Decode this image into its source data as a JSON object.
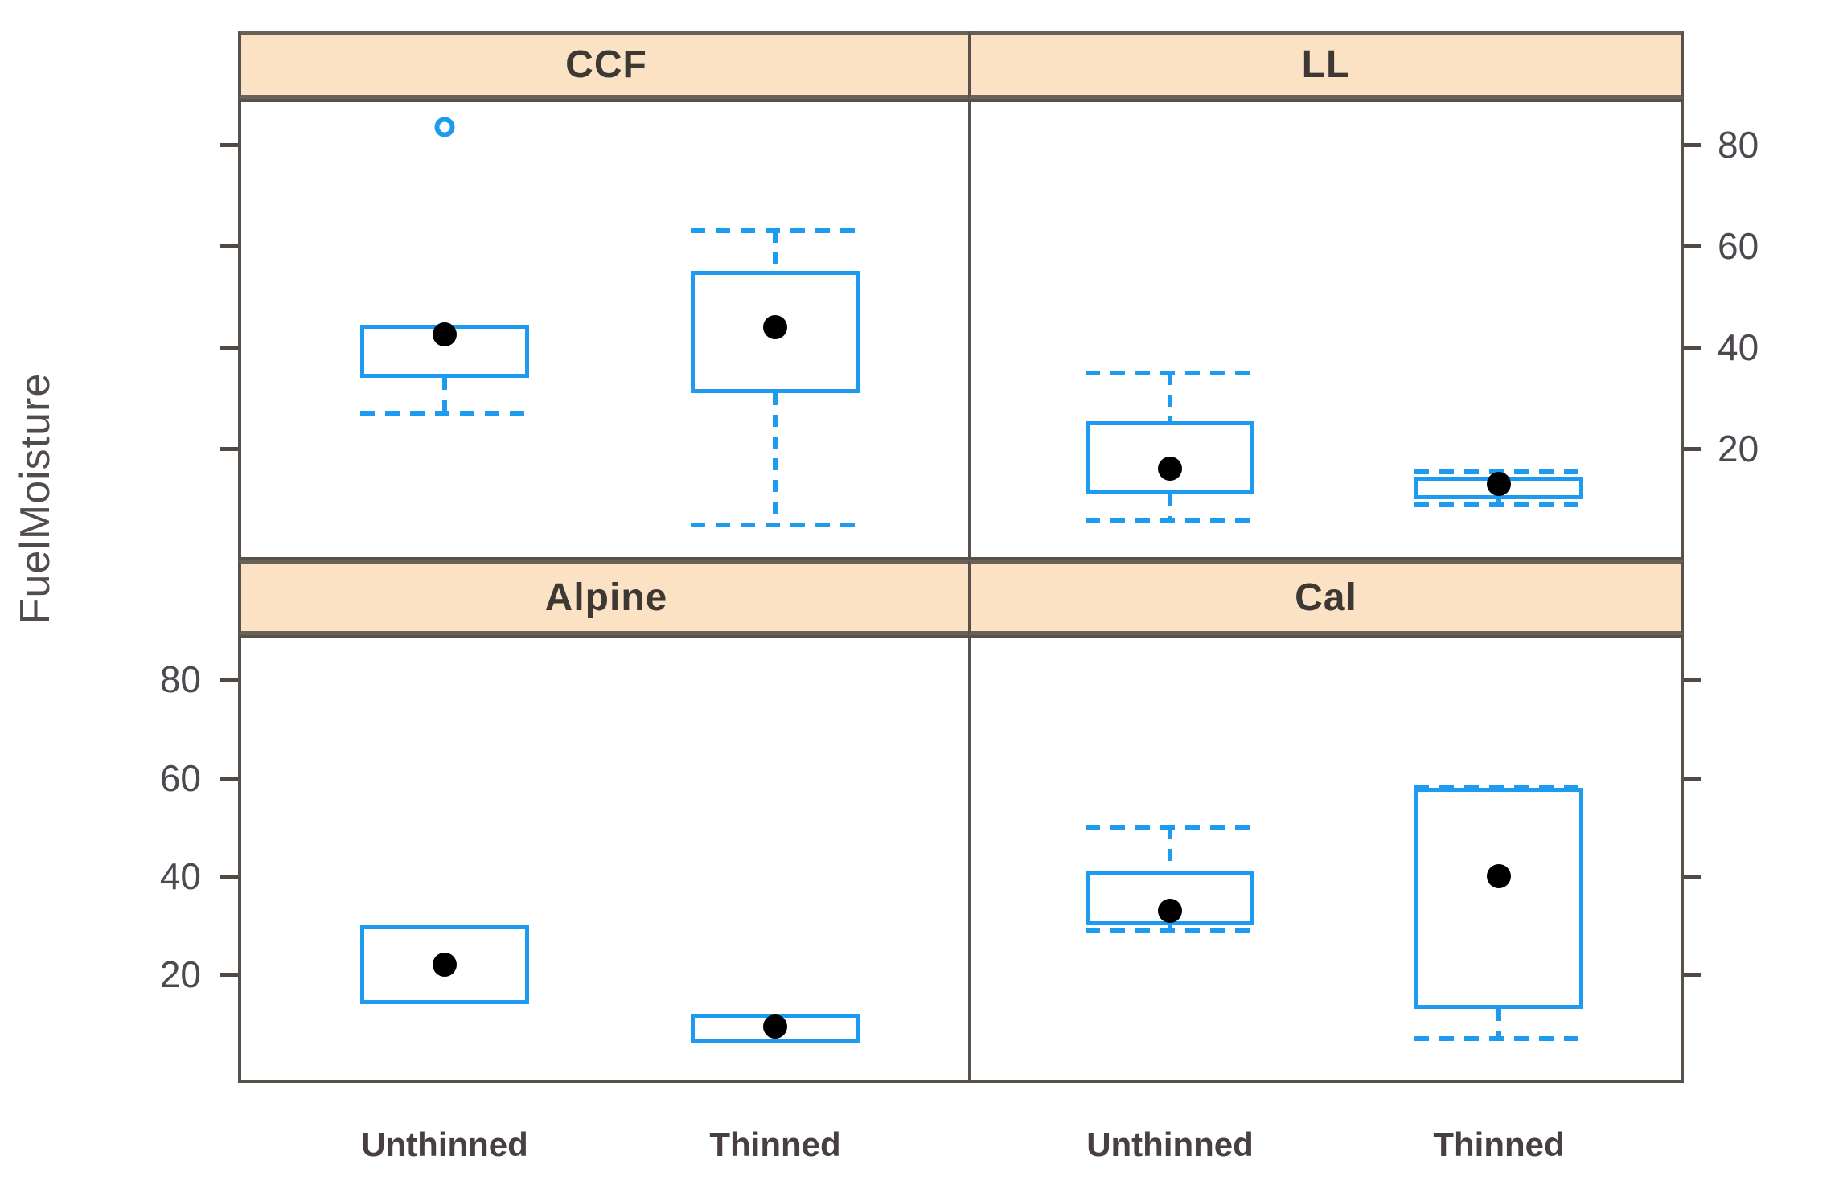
{
  "chart_data": {
    "type": "boxplot",
    "title": "",
    "ylabel": "FuelMoisture",
    "categories": [
      "Unthinned",
      "Thinned"
    ],
    "y_ticks": [
      20,
      40,
      60,
      80
    ],
    "y_tick_labels": [
      "20",
      "40",
      "60",
      "80"
    ],
    "ylim": [
      -2,
      89
    ],
    "legend": "none",
    "grid": "off",
    "box_color": "#1d9bf0",
    "dot_color": "#000000",
    "strip_fill": "#fbe2c4",
    "border_color": "#57514a",
    "panels": [
      {
        "name": "CCF",
        "row": "top",
        "col": "left",
        "boxes": [
          {
            "group": "Unthinned",
            "q1": 34,
            "q3": 44.5,
            "dot": 42.5,
            "whisker_low": 27,
            "whisker_high": null,
            "outliers": [
              83.5
            ]
          },
          {
            "group": "Thinned",
            "q1": 31,
            "q3": 55,
            "dot": 44,
            "whisker_low": 5,
            "whisker_high": 63,
            "outliers": []
          }
        ]
      },
      {
        "name": "LL",
        "row": "top",
        "col": "right",
        "boxes": [
          {
            "group": "Unthinned",
            "q1": 11,
            "q3": 25.5,
            "dot": 16,
            "whisker_low": 6,
            "whisker_high": 35,
            "outliers": []
          },
          {
            "group": "Thinned",
            "q1": 10,
            "q3": 14.5,
            "dot": 13,
            "whisker_low": 9,
            "whisker_high": 15.5,
            "outliers": []
          }
        ]
      },
      {
        "name": "Alpine",
        "row": "bottom",
        "col": "left",
        "boxes": [
          {
            "group": "Unthinned",
            "q1": 14,
            "q3": 30,
            "dot": 22,
            "whisker_low": null,
            "whisker_high": null,
            "outliers": []
          },
          {
            "group": "Thinned",
            "q1": 6,
            "q3": 12,
            "dot": 9.5,
            "whisker_low": null,
            "whisker_high": null,
            "outliers": []
          }
        ]
      },
      {
        "name": "Cal",
        "row": "bottom",
        "col": "right",
        "boxes": [
          {
            "group": "Unthinned",
            "q1": 30,
            "q3": 41,
            "dot": 33,
            "whisker_low": 29,
            "whisker_high": 50,
            "outliers": []
          },
          {
            "group": "Thinned",
            "q1": 13,
            "q3": 58,
            "dot": 40,
            "whisker_low": 7,
            "whisker_high": 58,
            "outliers": []
          }
        ]
      }
    ],
    "axes": {
      "top_row_labels_side": "right",
      "bottom_row_labels_side": "left",
      "unlabeled_tick_sides": [
        "top-row-left",
        "bottom-row-right"
      ]
    }
  }
}
